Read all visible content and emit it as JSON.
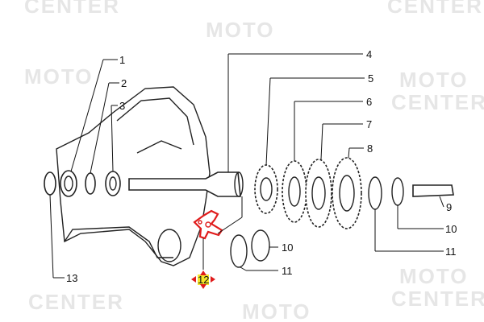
{
  "watermark": {
    "line1": "MOTO",
    "line2": "CENTER"
  },
  "callouts": [
    {
      "id": "c1",
      "text": "1"
    },
    {
      "id": "c2",
      "text": "2"
    },
    {
      "id": "c3",
      "text": "3"
    },
    {
      "id": "c4",
      "text": "4"
    },
    {
      "id": "c5",
      "text": "5"
    },
    {
      "id": "c6",
      "text": "6"
    },
    {
      "id": "c7",
      "text": "7"
    },
    {
      "id": "c8",
      "text": "8"
    },
    {
      "id": "c9",
      "text": "9"
    },
    {
      "id": "c10a",
      "text": "10"
    },
    {
      "id": "c11a",
      "text": "11"
    },
    {
      "id": "c10b",
      "text": "10"
    },
    {
      "id": "c11b",
      "text": "11"
    },
    {
      "id": "c12",
      "text": "12"
    },
    {
      "id": "c13",
      "text": "13"
    }
  ],
  "colors": {
    "highlight": "#e01b1b",
    "selection": "#f5e62a"
  }
}
